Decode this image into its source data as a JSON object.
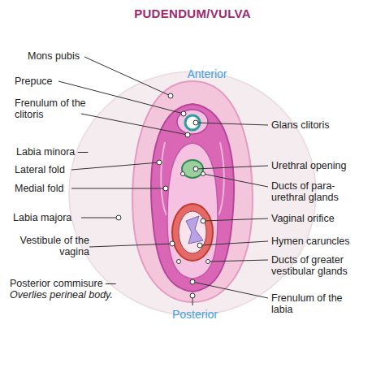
{
  "diagram": {
    "title": "PUDENDUM/VULVA",
    "labels": [
      "Anterior",
      "Posterior",
      "Mons pubis",
      "Prepuce",
      "Frenulum of the clitoris",
      "Labia minora —",
      "Lateral fold",
      "Medial fold",
      "Labia majora",
      "Vestibule of the vagina",
      "Posterior commisure —",
      "Overlies perineal body.",
      "Glans clitoris",
      "Urethral opening",
      "Ducts of para- urethral glands",
      "Vaginal orifice",
      "Hymen caruncles",
      "Ducts of greater vestibular glands",
      "Frenulum of the labia"
    ]
  }
}
